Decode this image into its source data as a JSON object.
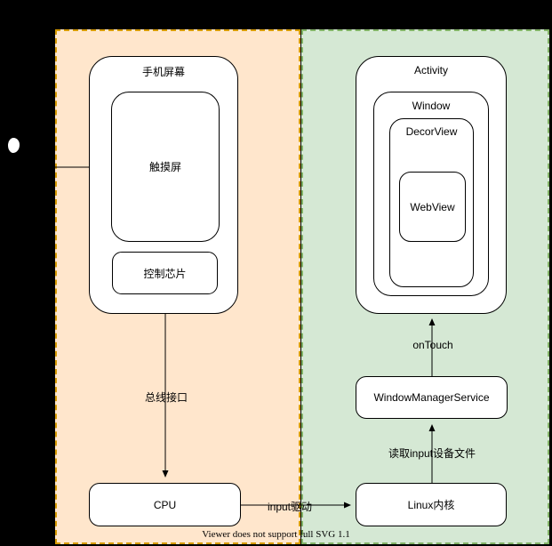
{
  "diagram": {
    "footer_note": "Viewer does not support full SVG 1.1",
    "nodes": {
      "phone_screen": {
        "label": "手机屏幕"
      },
      "touch_screen": {
        "label": "触摸屏"
      },
      "control_chip": {
        "label": "控制芯片"
      },
      "cpu": {
        "label": "CPU"
      },
      "activity": {
        "label": "Activity"
      },
      "window": {
        "label": "Window"
      },
      "decor_view": {
        "label": "DecorView"
      },
      "web_view": {
        "label": "WebView"
      },
      "window_manager_service": {
        "label": "WindowManagerService"
      },
      "linux_kernel": {
        "label": "Linux内核"
      }
    },
    "edges": {
      "bus_interface": {
        "label": "总线接口"
      },
      "input_driver": {
        "label": "input驱动"
      },
      "read_input_device_file": {
        "label": "读取input设备文件"
      },
      "on_touch": {
        "label": "onTouch"
      }
    },
    "icons": {
      "touch_indicator": "white-dot"
    },
    "colors": {
      "background": "#000000",
      "hardware_region_fill": "#ffe6cc",
      "hardware_region_border": "#d79b00",
      "software_region_fill": "#d5e8d4",
      "software_region_border": "#82b366",
      "node_fill": "#ffffff",
      "node_border": "#000000",
      "text": "#000000"
    }
  }
}
